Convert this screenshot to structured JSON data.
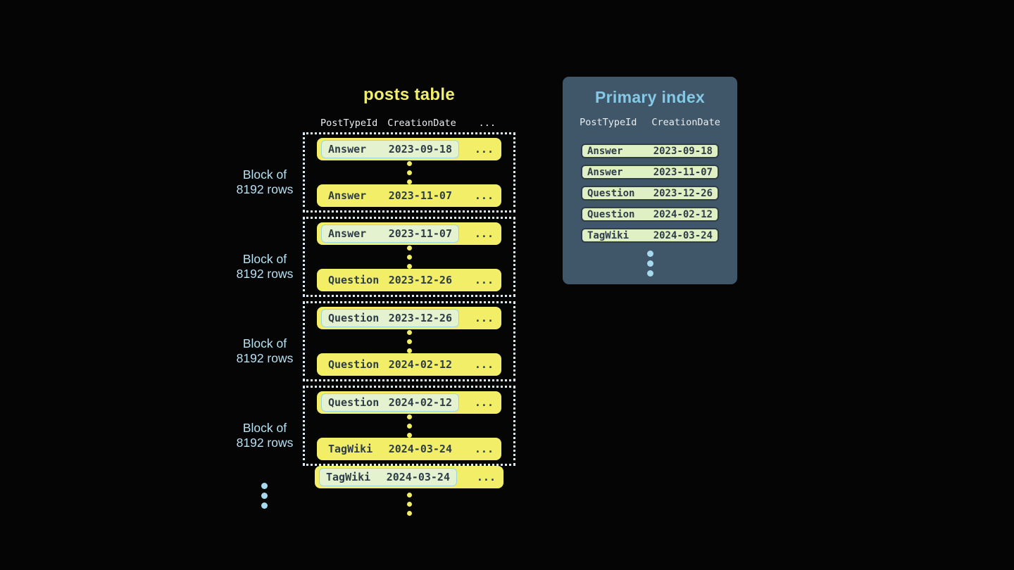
{
  "posts_table": {
    "title": "posts table",
    "headers": {
      "col1": "PostTypeId",
      "col2": "CreationDate",
      "more": "..."
    },
    "row_ellipsis": "...",
    "blocks": [
      {
        "label_line1": "Block of",
        "label_line2": "8192 rows",
        "first": {
          "type": "Answer",
          "date": "2023-09-18"
        },
        "last": {
          "type": "Answer",
          "date": "2023-11-07"
        }
      },
      {
        "label_line1": "Block of",
        "label_line2": "8192 rows",
        "first": {
          "type": "Answer",
          "date": "2023-11-07"
        },
        "last": {
          "type": "Question",
          "date": "2023-12-26"
        }
      },
      {
        "label_line1": "Block of",
        "label_line2": "8192 rows",
        "first": {
          "type": "Question",
          "date": "2023-12-26"
        },
        "last": {
          "type": "Question",
          "date": "2024-02-12"
        }
      },
      {
        "label_line1": "Block of",
        "label_line2": "8192 rows",
        "first": {
          "type": "Question",
          "date": "2024-02-12"
        },
        "last": {
          "type": "TagWiki",
          "date": "2024-03-24"
        }
      }
    ],
    "overflow_row": {
      "type": "TagWiki",
      "date": "2024-03-24"
    }
  },
  "primary_index": {
    "title": "Primary index",
    "headers": {
      "col1": "PostTypeId",
      "col2": "CreationDate"
    },
    "rows": [
      {
        "type": "Answer",
        "date": "2023-09-18"
      },
      {
        "type": "Answer",
        "date": "2023-11-07"
      },
      {
        "type": "Question",
        "date": "2023-12-26"
      },
      {
        "type": "Question",
        "date": "2024-02-12"
      },
      {
        "type": "TagWiki",
        "date": "2024-03-24"
      }
    ]
  },
  "colors": {
    "background": "#050506",
    "row_yellow": "#f2ee68",
    "highlight_cell_green": "#e4f2cf",
    "highlight_cell_border": "#9fd4e7",
    "dark_slate_text": "#2e3d48",
    "dotted_block_border": "#d8edf6",
    "block_label_blue": "#b7e0f1",
    "blue_dot": "#a6d9ee",
    "panel_background": "#3f5769",
    "panel_title_blue": "#85c9e6",
    "header_text": "#e9eef1",
    "title_yellow": "#f1ee6e"
  }
}
